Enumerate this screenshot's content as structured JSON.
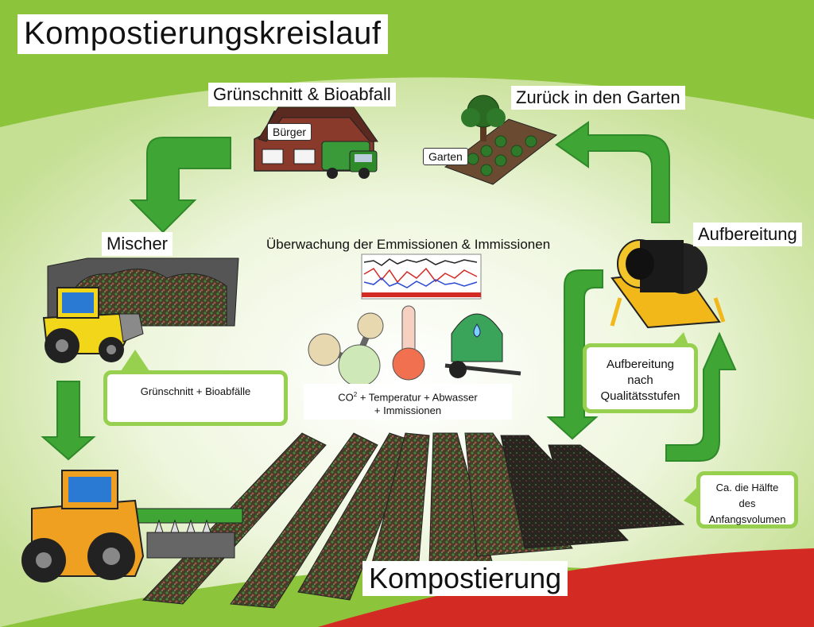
{
  "title": "Kompostierungskreislauf",
  "stages": {
    "input": "Grünschnitt & Bioabfall",
    "return": "Zurück in den Garten",
    "mixer": "Mischer",
    "processing": "Aufbereitung",
    "composting": "Kompostierung"
  },
  "signs": {
    "citizen": "Bürger",
    "garden": "Garten"
  },
  "monitoring": {
    "title": "Überwachung der Emmissionen & Immissionen",
    "co2": "CO",
    "co2_sup": "2",
    "line1_rest": "+  Temperatur  +  Abwasser",
    "line2": "+ Immissionen"
  },
  "callouts": {
    "mixer_input": "Grünschnitt + Bioabfälle",
    "processing_quality": [
      "Aufbereitung",
      "nach",
      "Qualitätsstufen"
    ],
    "volume": [
      "Ca. die Hälfte",
      "des",
      "Anfangsvolumen"
    ]
  },
  "colors": {
    "background_green": "#8cc43c",
    "light_green": "#e0eec0",
    "arrow_green": "#3fa535",
    "accent_red": "#d42a24",
    "tractor_yellow": "#f2d61a",
    "tractor_orange": "#f0a020"
  },
  "icons": [
    "house-icon",
    "garbage-truck-icon",
    "garden-icon",
    "tree-icon",
    "tractor-icon",
    "trommel-screen-icon",
    "molecule-icon",
    "thermometer-icon",
    "water-tank-icon",
    "emission-chart-icon",
    "compost-windrow-icon",
    "turner-icon"
  ]
}
